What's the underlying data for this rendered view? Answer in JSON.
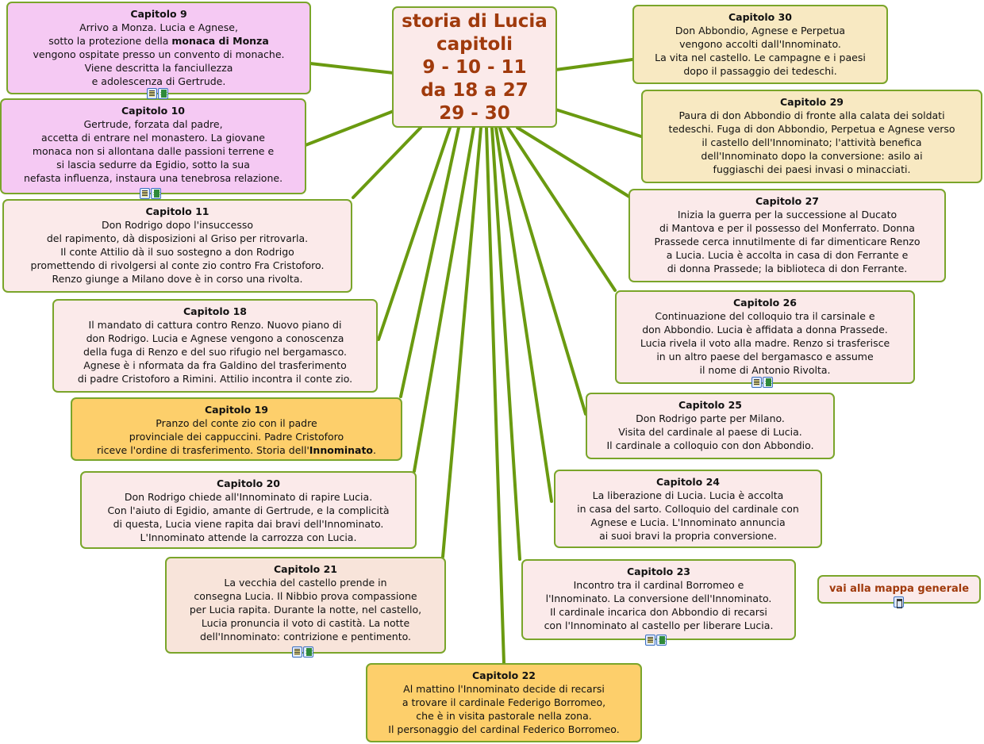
{
  "center": {
    "lines": [
      "storia di Lucia",
      "capitoli",
      "9 - 10 - 11",
      "da 18 a 27",
      "29 - 30"
    ]
  },
  "link_button": {
    "label": "vai alla mappa generale",
    "icon": "map-link-icon"
  },
  "colors": {
    "line": "#6a9a10",
    "border": "#7aa52a",
    "title": "#a03a0c",
    "pink": "#f5c9f3",
    "orange": "#fdcf6b",
    "peach": "#f8e4da",
    "beige": "#f8e9c2",
    "rose": "#fbeaea"
  },
  "nodes": [
    {
      "id": "ch9",
      "title": "Capitolo 9",
      "lines": [
        "Arrivo a Monza. Lucia e Agnese,",
        [
          {
            "t": "sotto la protezione della "
          },
          {
            "t": "monaca di Monza",
            "b": true
          }
        ],
        "vengono ospitate presso un convento di monache.",
        "Viene descritta la fanciullezza",
        "e adolescenza di Gertrude."
      ]
    },
    {
      "id": "ch10",
      "title": "Capitolo 10",
      "lines": [
        "Gertrude, forzata dal padre,",
        "accetta di entrare nel monastero. La giovane",
        "monaca non si allontana dalle passioni terrene e",
        "si lascia sedurre da Egidio, sotto la sua",
        "nefasta influenza, instaura una tenebrosa relazione."
      ]
    },
    {
      "id": "ch11",
      "title": "Capitolo 11",
      "lines": [
        "Don Rodrigo dopo l'insuccesso",
        "del rapimento, dà disposizioni al Griso per ritrovarla.",
        "Il conte Attilio dà il suo sostegno a don Rodrigo",
        "promettendo di rivolgersi al conte zio contro Fra Cristoforo.",
        "Renzo giunge a Milano dove è in corso una rivolta."
      ]
    },
    {
      "id": "ch18",
      "title": "Capitolo 18",
      "lines": [
        "Il mandato di cattura contro Renzo. Nuovo piano di",
        "don Rodrigo. Lucia e Agnese vengono a conoscenza",
        "della fuga di Renzo e del suo rifugio nel bergamasco.",
        "Agnese è i nformata da fra Galdino del trasferimento",
        "di padre Cristoforo a Rimini. Attilio incontra il conte zio."
      ]
    },
    {
      "id": "ch19",
      "title": "Capitolo 19",
      "lines": [
        "Pranzo del conte zio con il padre",
        "provinciale dei cappuccini. Padre Cristoforo",
        [
          {
            "t": "riceve l'ordine di trasferimento. Storia dell'"
          },
          {
            "t": "Innominato",
            "b": true
          },
          {
            "t": "."
          }
        ]
      ]
    },
    {
      "id": "ch20",
      "title": "Capitolo 20",
      "lines": [
        "Don Rodrigo chiede all'Innominato di rapire Lucia.",
        "Con l'aiuto di Egidio, amante di Gertrude, e la complicità",
        "di questa, Lucia viene rapita dai bravi dell'Innominato.",
        "L'Innominato attende la carrozza con Lucia."
      ]
    },
    {
      "id": "ch21",
      "title": "Capitolo 21",
      "lines": [
        "La vecchia del castello prende in",
        "consegna Lucia. Il Nibbio prova compassione",
        "per Lucia rapita. Durante la notte, nel castello,",
        "Lucia pronuncia il voto di castità. La notte",
        "dell'Innominato: contrizione e pentimento."
      ]
    },
    {
      "id": "ch22",
      "title": "Capitolo 22",
      "lines": [
        "Al mattino l'Innominato decide di recarsi",
        "a trovare il cardinale Federigo Borromeo,",
        "che è in visita pastorale nella zona.",
        "Il personaggio del cardinal Federico Borromeo."
      ]
    },
    {
      "id": "ch23",
      "title": "Capitolo 23",
      "lines": [
        "Incontro tra il cardinal Borromeo e",
        "l'Innominato. La conversione dell'Innominato.",
        "Il cardinale incarica don Abbondio di recarsi",
        "con l'Innominato al castello per liberare Lucia."
      ]
    },
    {
      "id": "ch24",
      "title": "Capitolo 24",
      "lines": [
        "La liberazione di Lucia. Lucia è accolta",
        "in casa del sarto. Colloquio del cardinale con",
        "Agnese e Lucia. L'Innominato annuncia",
        "ai suoi bravi la propria conversione."
      ]
    },
    {
      "id": "ch25",
      "title": "Capitolo 25",
      "lines": [
        "Don Rodrigo parte per Milano.",
        "Visita del cardinale al paese di Lucia.",
        "Il cardinale a colloquio con don Abbondio."
      ]
    },
    {
      "id": "ch26",
      "title": "Capitolo 26",
      "lines": [
        "Continuazione del colloquio tra il carsinale e",
        "don Abbondio. Lucia è affidata a donna Prassede.",
        "Lucia rivela il voto alla madre. Renzo si trasferisce",
        "in un altro paese del bergamasco e assume",
        "il nome di Antonio Rivolta."
      ]
    },
    {
      "id": "ch27",
      "title": "Capitolo 27",
      "lines": [
        "Inizia la guerra per la successione al Ducato",
        "di Mantova e per il possesso del Monferrato. Donna",
        "Prassede cerca innutilmente di far dimenticare Renzo",
        "a Lucia. Lucia è accolta in casa di don Ferrante e",
        "di donna Prassede; la biblioteca di don Ferrante."
      ]
    },
    {
      "id": "ch29",
      "title": "Capitolo 29",
      "lines": [
        "Paura di don Abbondio di fronte alla calata dei soldati",
        "tedeschi. Fuga di don Abbondio, Perpetua e Agnese verso",
        "il castello dell'Innominato; l'attività benefica",
        "dell'Innominato dopo la conversione: asilo ai",
        "fuggiaschi dei paesi invasi o minacciati."
      ]
    },
    {
      "id": "ch30",
      "title": "Capitolo 30",
      "lines": [
        "Don Abbondio, Agnese e Perpetua",
        "vengono accolti dall'Innominato.",
        "La vita nel castello. Le campagne e i paesi",
        "dopo il passaggio dei tedeschi."
      ]
    }
  ]
}
